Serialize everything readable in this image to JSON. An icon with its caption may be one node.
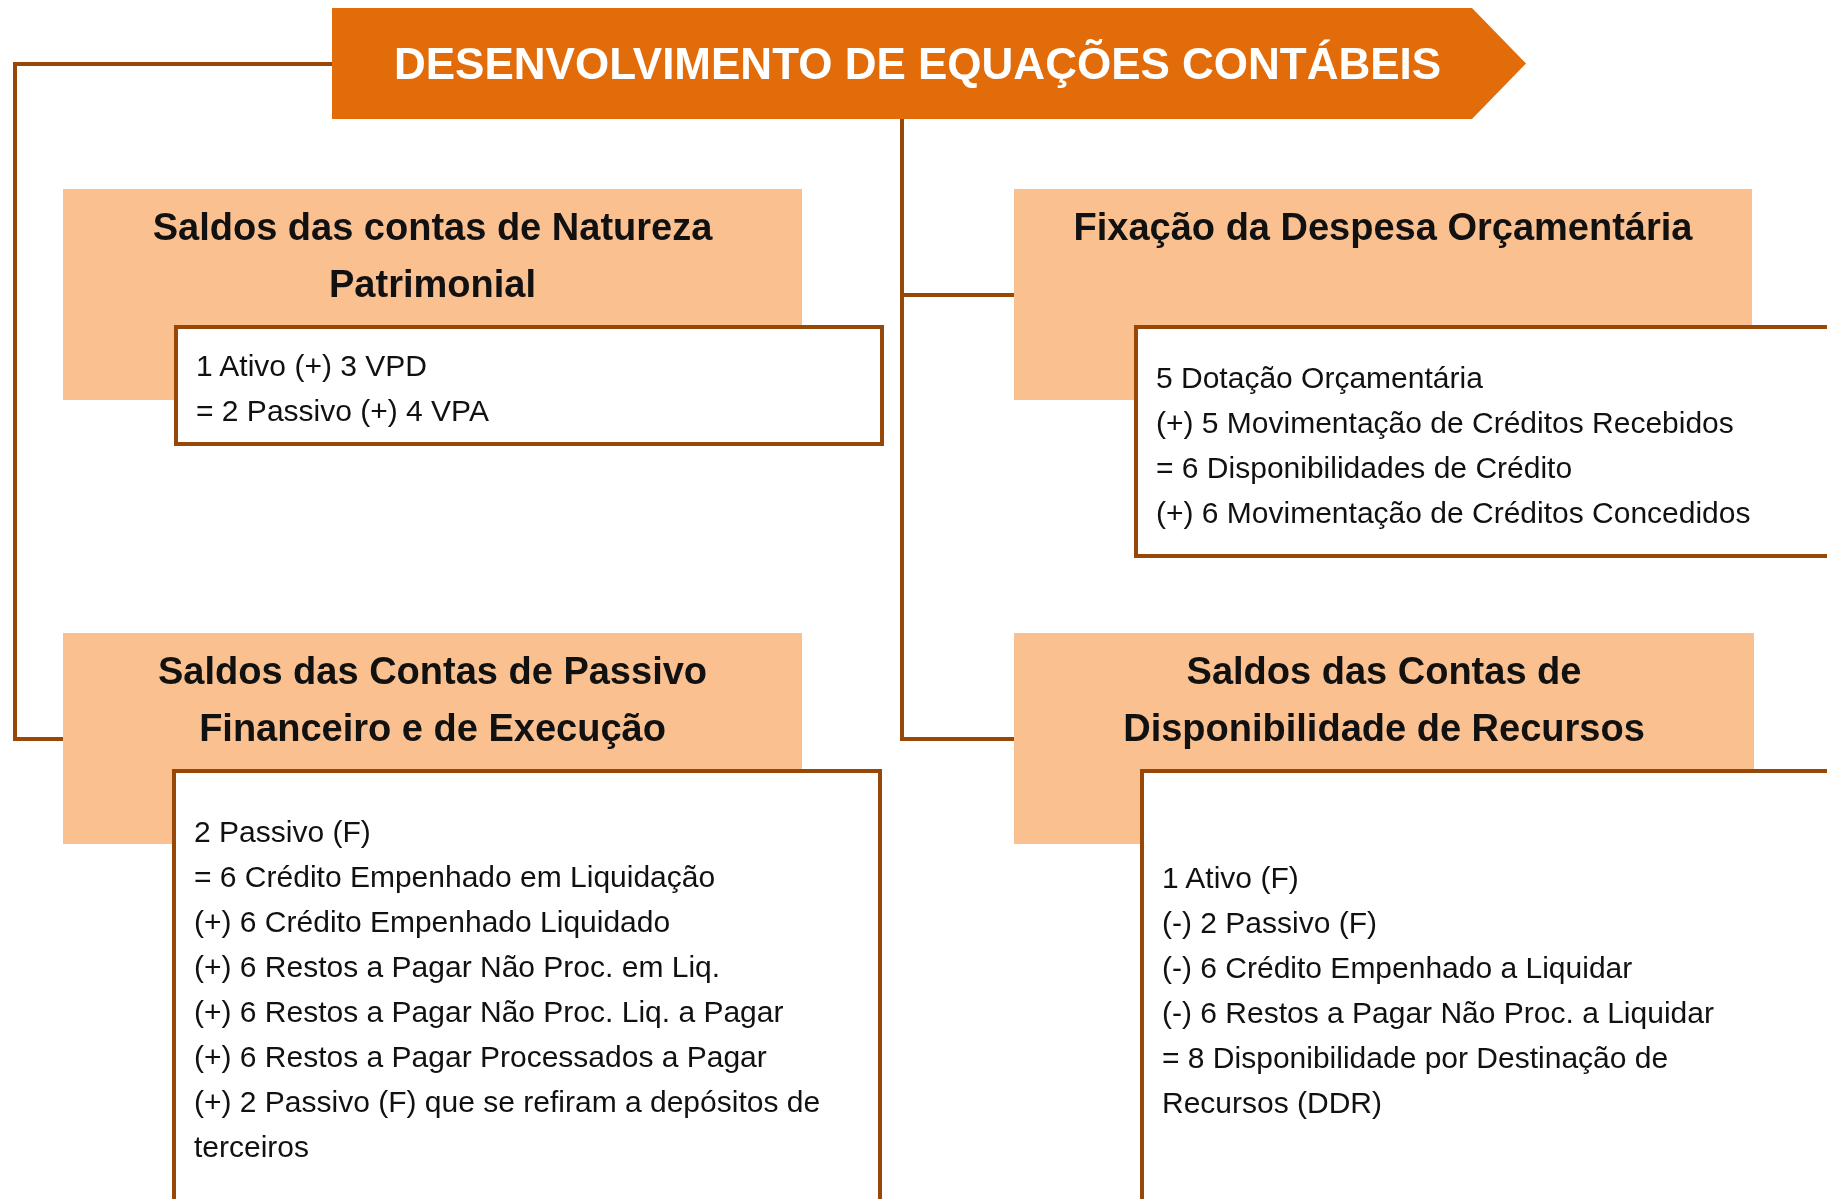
{
  "diagram": {
    "nodes": [
      {
        "text": [
          "DESENVOLVIMENTO DE EQUAÇÕES CONTÁBEIS"
        ]
      },
      {
        "text": [
          "Saldos das contas de Natureza Patrimonial",
          "1 Ativo (+) 3 VPD",
          "= 2 Passivo (+) 4 VPA"
        ]
      },
      {
        "text": [
          "Fixação da Despesa Orçamentária",
          "5 Dotação Orçamentária",
          "(+) 5 Movimentação de Créditos Recebidos",
          "= 6 Disponibilidades de Crédito",
          "(+) 6 Movimentação de Créditos Concedidos"
        ]
      },
      {
        "text": [
          "Saldos das Contas de Passivo Financeiro e de Execução",
          "2 Passivo (F)",
          "= 6 Crédito Empenhado em Liquidação",
          "(+) 6 Crédito Empenhado Liquidado",
          "(+) 6 Restos a Pagar Não Proc. em Liq.",
          "(+) 6 Restos a Pagar Não Proc. Liq. a Pagar",
          "(+) 6 Restos a Pagar Processados a Pagar",
          "(+) 2 Passivo (F) que se refiram a depósitos de terceiros"
        ]
      },
      {
        "text": [
          "Saldos das Contas de Disponibilidade de Recursos",
          "1 Ativo (F)",
          "(-) 2 Passivo (F)",
          "(-) 6 Crédito Empenhado a Liquidar",
          "(-) 6 Restos a Pagar Não Proc. a Liquidar",
          "= 8 Disponibilidade por Destinação de Recursos (DDR)"
        ]
      }
    ],
    "edges": [
      {
        "from": 0,
        "to": 3,
        "arrow": "none"
      },
      {
        "from": 0,
        "to": 2,
        "arrow": "none"
      },
      {
        "from": 0,
        "to": 4,
        "arrow": "none"
      }
    ]
  }
}
